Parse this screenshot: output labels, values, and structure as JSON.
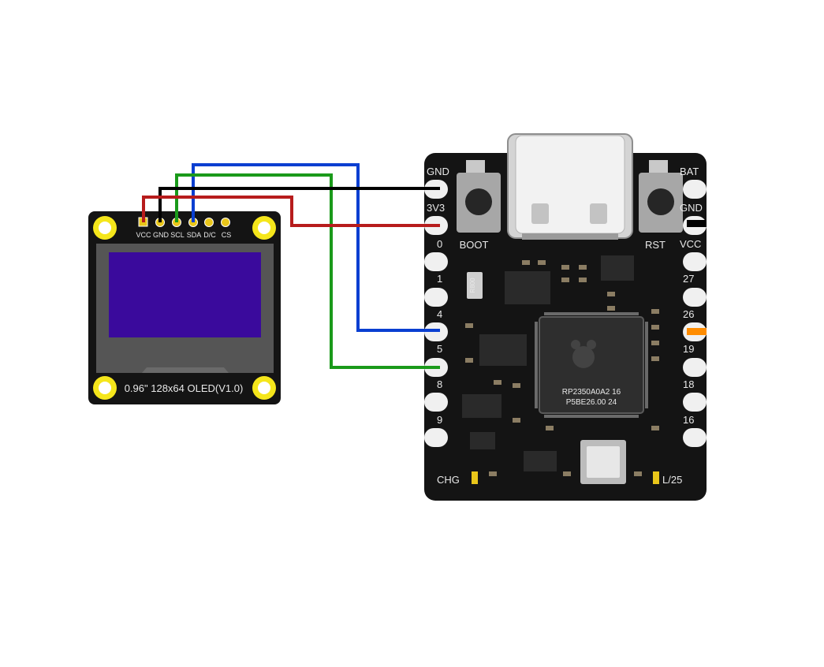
{
  "oled": {
    "pin_labels": [
      "VCC",
      "GND",
      "SCL",
      "SDA",
      "D/C",
      "CS"
    ],
    "model_label": "0.96\" 128x64 OLED(V1.0)",
    "screen_color": "#3a0a9c"
  },
  "mcu": {
    "left_labels": [
      "GND",
      "3V3",
      "0",
      "1",
      "4",
      "5",
      "8",
      "9",
      "CHG"
    ],
    "right_labels": [
      "BAT",
      "GND",
      "VCC",
      "27",
      "26",
      "19",
      "18",
      "16",
      "L/25"
    ],
    "button_labels": [
      "BOOT",
      "RST"
    ],
    "chip_text": [
      "RP2350A0A2 16",
      "P5BE26.00 24"
    ],
    "resistor_text": "R800"
  },
  "wires": [
    {
      "from": "VCC",
      "to": "3V3",
      "color": "#b71c1c"
    },
    {
      "from": "GND",
      "to": "GND",
      "color": "#000000"
    },
    {
      "from": "SCL",
      "to": "5",
      "color": "#1a9a1a"
    },
    {
      "from": "SDA",
      "to": "4",
      "color": "#0a3fd1"
    }
  ],
  "colors": {
    "pcb": "#141414",
    "mount_hole": "#f5e61b",
    "stub_black": "#000000",
    "stub_orange": "#ff8c00"
  }
}
